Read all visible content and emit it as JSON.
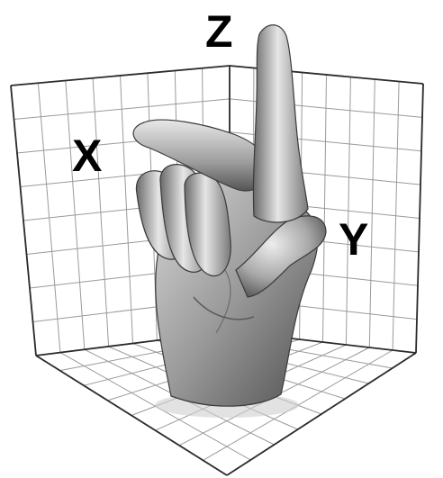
{
  "axes": {
    "x_label": "X",
    "y_label": "Y",
    "z_label": "Z"
  },
  "colors": {
    "background": "#ffffff",
    "grid_line": "#9a9a9a",
    "grid_edge": "#2a2a2a",
    "label": "#000000",
    "skin_light": "#e4e4e4",
    "skin_mid": "#a8a8a8",
    "skin_dark": "#4a4a4a"
  },
  "icons": {
    "figure": "right-hand-rule-icon"
  }
}
